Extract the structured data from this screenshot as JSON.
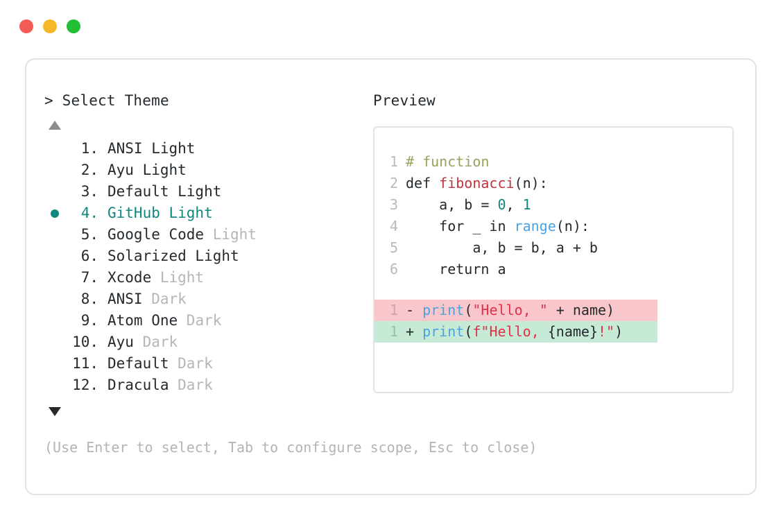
{
  "window": {
    "buttons": [
      {
        "name": "close",
        "color": "#f45b57"
      },
      {
        "name": "minimize",
        "color": "#f5b829"
      },
      {
        "name": "zoom",
        "color": "#22bf35"
      }
    ]
  },
  "left_panel": {
    "prompt": "> Select Theme",
    "scroll_up_icon": "triangle-up-icon",
    "scroll_down_icon": "triangle-down-icon",
    "selected_index": 4,
    "selection_bullet": "●",
    "accent_color": "#12877f",
    "themes": [
      {
        "index": "1.",
        "name": "ANSI Light",
        "variant": "",
        "variant_dim": false,
        "selected": false
      },
      {
        "index": "2.",
        "name": "Ayu Light",
        "variant": "",
        "variant_dim": false,
        "selected": false
      },
      {
        "index": "3.",
        "name": "Default Light",
        "variant": "",
        "variant_dim": false,
        "selected": false
      },
      {
        "index": "4.",
        "name": "GitHub Light",
        "variant": "",
        "variant_dim": false,
        "selected": true
      },
      {
        "index": "5.",
        "name": "Google Code",
        "variant": " Light",
        "variant_dim": true,
        "selected": false
      },
      {
        "index": "6.",
        "name": "Solarized Light",
        "variant": "",
        "variant_dim": false,
        "selected": false
      },
      {
        "index": "7.",
        "name": "Xcode",
        "variant": " Light",
        "variant_dim": true,
        "selected": false
      },
      {
        "index": "8.",
        "name": "ANSI",
        "variant": " Dark",
        "variant_dim": true,
        "selected": false
      },
      {
        "index": "9.",
        "name": "Atom One",
        "variant": " Dark",
        "variant_dim": true,
        "selected": false
      },
      {
        "index": "10.",
        "name": "Ayu",
        "variant": " Dark",
        "variant_dim": true,
        "selected": false
      },
      {
        "index": "11.",
        "name": "Default",
        "variant": " Dark",
        "variant_dim": true,
        "selected": false
      },
      {
        "index": "12.",
        "name": "Dracula",
        "variant": " Dark",
        "variant_dim": true,
        "selected": false
      }
    ]
  },
  "right_panel": {
    "title": "Preview",
    "code_lines": [
      {
        "num": "1",
        "tokens": [
          {
            "t": "# function",
            "c": "comment"
          }
        ]
      },
      {
        "num": "2",
        "tokens": [
          {
            "t": "def ",
            "c": "plain"
          },
          {
            "t": "fibonacci",
            "c": "func"
          },
          {
            "t": "(n):",
            "c": "plain"
          }
        ]
      },
      {
        "num": "3",
        "tokens": [
          {
            "t": "    a, b = ",
            "c": "plain"
          },
          {
            "t": "0",
            "c": "num"
          },
          {
            "t": ", ",
            "c": "plain"
          },
          {
            "t": "1",
            "c": "num"
          }
        ]
      },
      {
        "num": "4",
        "tokens": [
          {
            "t": "    for _ in ",
            "c": "plain"
          },
          {
            "t": "range",
            "c": "builtin"
          },
          {
            "t": "(n):",
            "c": "plain"
          }
        ]
      },
      {
        "num": "5",
        "tokens": [
          {
            "t": "        a, b = b, a + b",
            "c": "plain"
          }
        ]
      },
      {
        "num": "6",
        "tokens": [
          {
            "t": "    return a",
            "c": "plain"
          }
        ]
      }
    ],
    "diff_lines": [
      {
        "num": "1",
        "mark": "-",
        "kind": "removed",
        "bg": "#f9c7cb",
        "tokens": [
          {
            "t": "print",
            "c": "call"
          },
          {
            "t": "(",
            "c": "plain"
          },
          {
            "t": "\"Hello, \"",
            "c": "str"
          },
          {
            "t": " + name)",
            "c": "plain"
          }
        ]
      },
      {
        "num": "1",
        "mark": "+",
        "kind": "added",
        "bg": "#c6ead5",
        "tokens": [
          {
            "t": "print",
            "c": "call"
          },
          {
            "t": "(",
            "c": "plain"
          },
          {
            "t": "f\"Hello, ",
            "c": "str"
          },
          {
            "t": "{name}",
            "c": "plain"
          },
          {
            "t": "!\"",
            "c": "str"
          },
          {
            "t": ")",
            "c": "plain"
          }
        ]
      }
    ]
  },
  "footer": {
    "hint": "(Use Enter to select, Tab to configure scope, Esc to close)"
  }
}
